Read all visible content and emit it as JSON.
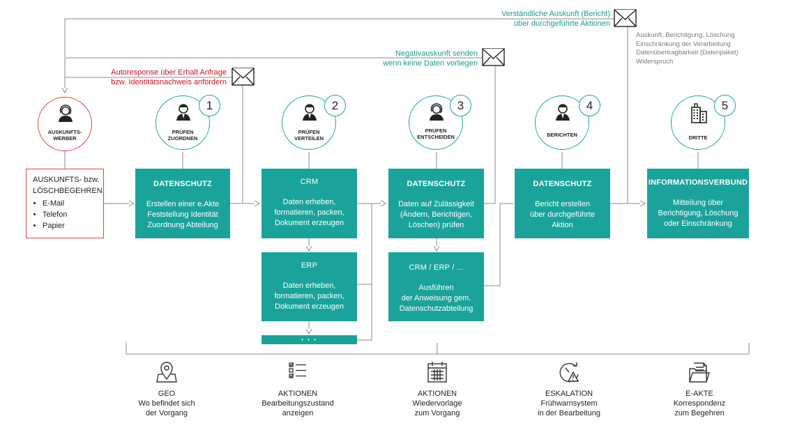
{
  "colors": {
    "teal": "#1aa39a",
    "red": "#d0101a",
    "grey": "#7a7a7a"
  },
  "notes": {
    "verstaendlich_1": "Verständliche Auskunft (Bericht)",
    "verstaendlich_2": "über durchgeführte Aktionen",
    "negativ_1": "Negativauskunft senden",
    "negativ_2": "wenn keine Daten vorliegen",
    "auto_1": "Autoresponse über Erhalt Anfrage",
    "auto_2": "bzw. Identitätsnachweis anfordern",
    "rights": [
      "Auskunft, Berichtigung, Löschung",
      "Einschränkung der Verarbeitung",
      "Datenübertragbarkeit (Datenpaket)",
      "Widerspruch"
    ]
  },
  "actors": {
    "requester": {
      "label_1": "AUSKUNFTS-",
      "label_2": "WERBER",
      "icon": "female-person-icon"
    },
    "step1": {
      "num": "1",
      "label_1": "PRÜFEN",
      "label_2": "ZUORDNEN",
      "icon": "male-person-icon"
    },
    "step2": {
      "num": "2",
      "label_1": "PRÜFEN",
      "label_2": "VERTEILEN",
      "icon": "male-person-icon"
    },
    "step3": {
      "num": "3",
      "label_1": "PRÜFEN",
      "label_2": "ENTSCHEIDEN",
      "icon": "female-person-icon"
    },
    "step4": {
      "num": "4",
      "label_1": "BERICHTEN",
      "icon": "male-person-icon"
    },
    "step5": {
      "num": "5",
      "label_1": "DRITTE",
      "icon": "building-icon"
    }
  },
  "request": {
    "title_1": "AUSKUNFTS- bzw.",
    "title_2": "LÖSCHBEGEHREN",
    "channels": [
      "E-Mail",
      "Telefon",
      "Papier"
    ]
  },
  "boxes": {
    "ds1": {
      "title": "DATENSCHUTZ",
      "lines": [
        "Erstellen einer e.Akte",
        "Feststellung Identität",
        "Zuordnung Abteilung"
      ]
    },
    "crm": {
      "title": "CRM",
      "lines": [
        "Daten erheben,",
        "formatieren, packen,",
        "Dokument erzeugen"
      ]
    },
    "erp": {
      "title": "ERP",
      "lines": [
        "Daten erheben,",
        "formatieren, packen,",
        "Dokument erzeugen"
      ]
    },
    "more": {
      "title": "• • •"
    },
    "ds3": {
      "title": "DATENSCHUTZ",
      "lines": [
        "Daten auf Zulässigkeit",
        "(Ändern, Berichtigen,",
        "Löschen) prüfen"
      ]
    },
    "exec": {
      "title": "CRM / ERP / ...",
      "lines": [
        "Ausführen",
        "der Anweisung gem.",
        "Datenschutzabteilung"
      ]
    },
    "ds4": {
      "title": "DATENSCHUTZ",
      "lines": [
        "Bericht erstellen",
        "über durchgeführte",
        "Aktion"
      ]
    },
    "iv": {
      "title": "INFORMATIONSVERBUND",
      "lines": [
        "Mitteilung über",
        "Berichtigung, Löschung",
        "oder Einschränkung"
      ]
    }
  },
  "features": [
    {
      "icon": "map-pin-icon",
      "title": "GEO",
      "l1": "Wo befindet sich",
      "l2": "der Vorgang"
    },
    {
      "icon": "checklist-icon",
      "title": "AKTIONEN",
      "l1": "Bearbeitungszustand",
      "l2": "anzeigen"
    },
    {
      "icon": "calendar-icon",
      "title": "AKTIONEN",
      "l1": "Wiedervorlage",
      "l2": "zum Vorgang"
    },
    {
      "icon": "escalation-warning-icon",
      "title": "ESKALATION",
      "l1": "Frühwarnsystem",
      "l2": "in der Bearbeitung"
    },
    {
      "icon": "folder-icon",
      "title": "E-AKTE",
      "l1": "Korrespondenz",
      "l2": "zum Begehren"
    }
  ]
}
